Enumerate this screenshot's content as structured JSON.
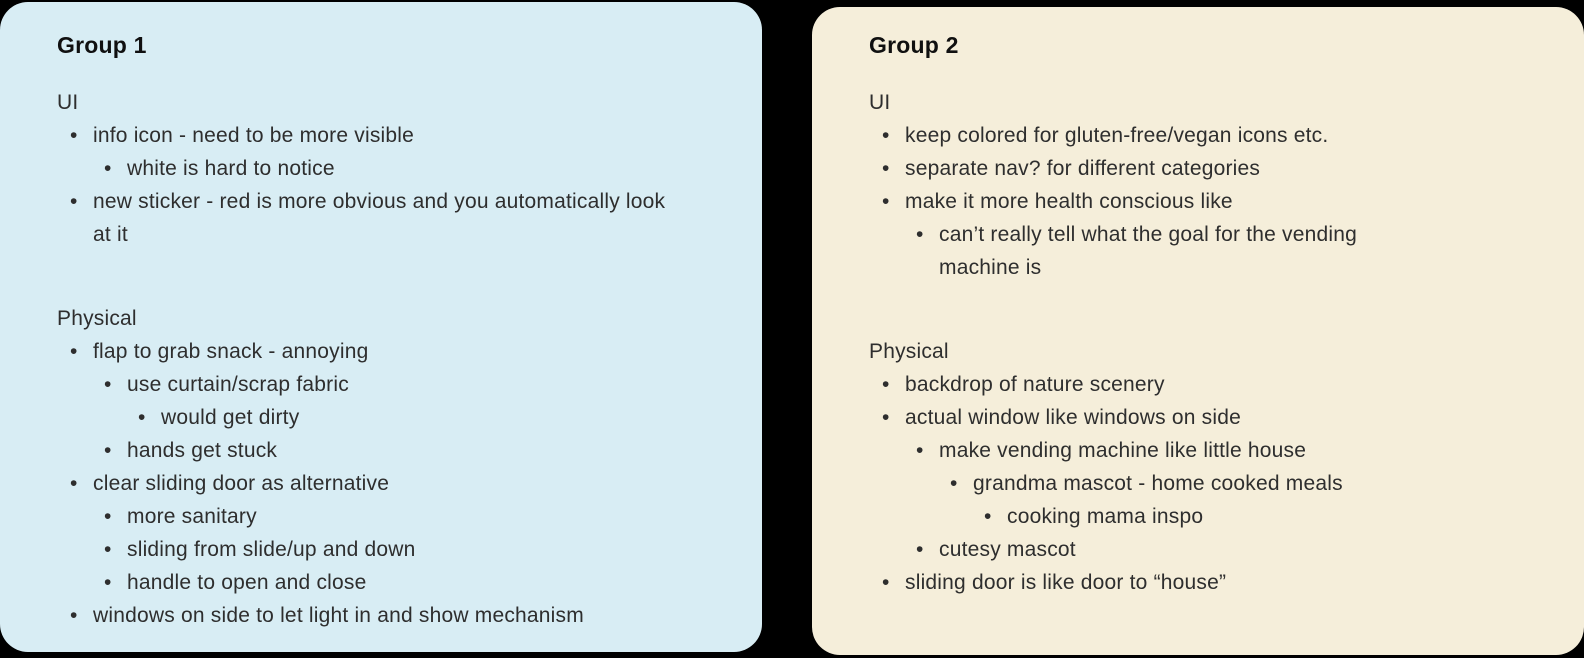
{
  "canvas": {
    "background_color": "#000000"
  },
  "glyphs": {
    "bullet": "•"
  },
  "groups": [
    {
      "title": "Group 1",
      "card_color": "#d8edf4",
      "sections": [
        {
          "label": "UI",
          "items": [
            {
              "level": 1,
              "text": "info icon - need to be more visible"
            },
            {
              "level": 2,
              "text": "white is hard to notice"
            },
            {
              "level": 1,
              "text": "new sticker - red is more obvious and you automatically look at it"
            }
          ]
        },
        {
          "label": "Physical",
          "items": [
            {
              "level": 1,
              "text": "flap to grab snack - annoying"
            },
            {
              "level": 2,
              "text": "use curtain/scrap fabric"
            },
            {
              "level": 3,
              "text": "would get dirty"
            },
            {
              "level": 2,
              "text": "hands get stuck"
            },
            {
              "level": 1,
              "text": "clear sliding door as alternative"
            },
            {
              "level": 2,
              "text": "more sanitary"
            },
            {
              "level": 2,
              "text": "sliding from slide/up and down"
            },
            {
              "level": 2,
              "text": "handle to open and close"
            },
            {
              "level": 1,
              "text": "windows on side to let light in and show mechanism"
            }
          ]
        }
      ]
    },
    {
      "title": "Group 2",
      "card_color": "#f5eeda",
      "sections": [
        {
          "label": "UI",
          "items": [
            {
              "level": 1,
              "text": "keep colored for gluten-free/vegan icons etc."
            },
            {
              "level": 1,
              "text": "separate nav? for different categories"
            },
            {
              "level": 1,
              "text": "make it more health conscious like"
            },
            {
              "level": 2,
              "text": "can’t really tell what the goal for the vending machine is"
            }
          ]
        },
        {
          "label": "Physical",
          "items": [
            {
              "level": 1,
              "text": "backdrop of nature scenery"
            },
            {
              "level": 1,
              "text": "actual window like windows on side"
            },
            {
              "level": 2,
              "text": "make vending machine like little house"
            },
            {
              "level": 3,
              "text": "grandma mascot - home cooked meals"
            },
            {
              "level": 4,
              "text": "cooking mama inspo"
            },
            {
              "level": 2,
              "text": "cutesy mascot"
            },
            {
              "level": 1,
              "text": "sliding door is like door to “house”"
            }
          ]
        }
      ]
    }
  ],
  "text_colors": {
    "heading": "#101010",
    "body": "#2e2e2e"
  }
}
